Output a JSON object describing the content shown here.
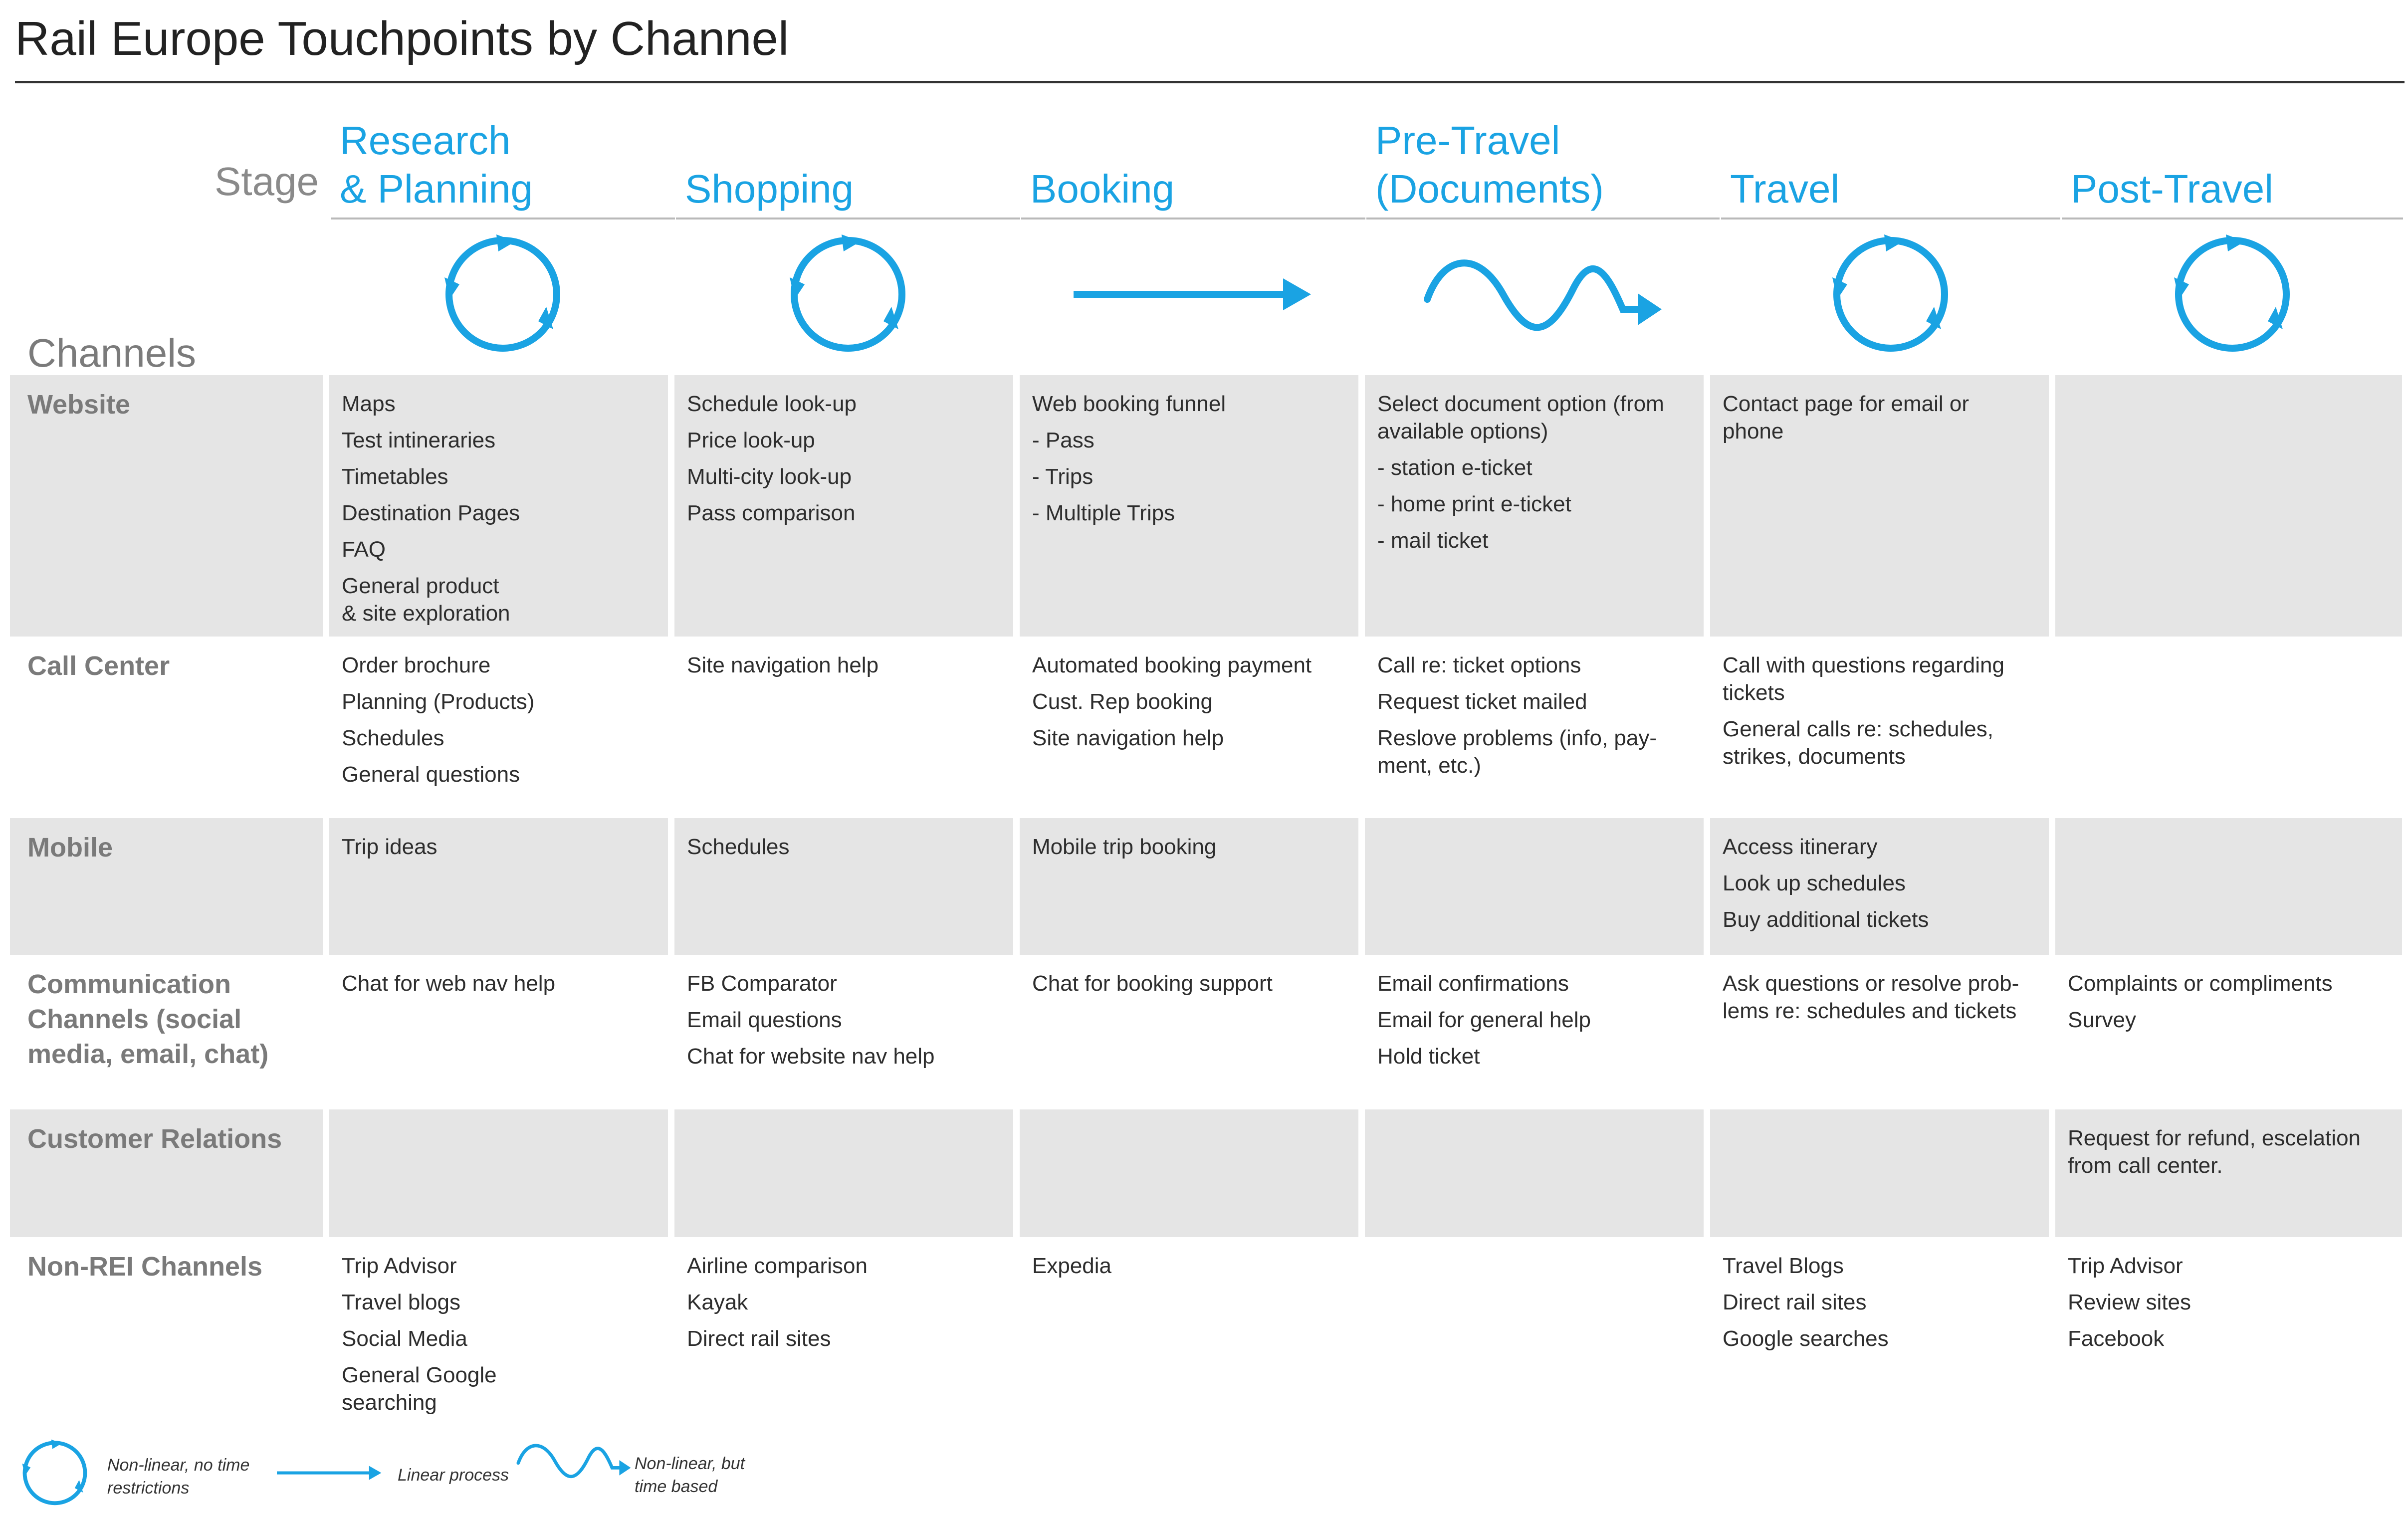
{
  "title": "Rail Europe Touchpoints by Channel",
  "stage_label": "Stage",
  "channels_label": "Channels",
  "accent_color": "#1aa3e3",
  "stages": [
    {
      "label": "Research\n& Planning",
      "icon": "cycle-icon"
    },
    {
      "label": "Shopping",
      "icon": "cycle-icon"
    },
    {
      "label": "Booking",
      "icon": "linear-arrow-icon"
    },
    {
      "label": "Pre-Travel\n(Documents)",
      "icon": "wave-arrow-icon"
    },
    {
      "label": "Travel",
      "icon": "cycle-icon"
    },
    {
      "label": "Post-Travel",
      "icon": "cycle-icon"
    }
  ],
  "rows": [
    {
      "channel": "Website",
      "cells": [
        [
          "Maps",
          "Test intineraries",
          "Timetables",
          "Destination Pages",
          "FAQ",
          "General product\n& site exploration"
        ],
        [
          "Schedule look-up",
          "Price look-up",
          "Multi-city look-up",
          "Pass comparison"
        ],
        [
          "Web booking funnel",
          "- Pass",
          "- Trips",
          "- Multiple Trips"
        ],
        [
          "Select document option (from available options)",
          "- station e-ticket",
          "- home print e-ticket",
          "- mail ticket"
        ],
        [
          "Contact page for email or phone"
        ],
        []
      ]
    },
    {
      "channel": "Call Center",
      "cells": [
        [
          "Order brochure",
          "Planning (Products)",
          "Schedules",
          "General questions"
        ],
        [
          "Site navigation help"
        ],
        [
          "Automated booking payment",
          "Cust. Rep booking",
          "Site navigation help"
        ],
        [
          "Call re: ticket options",
          "Request ticket mailed",
          "Reslove problems (info, pay-\nment, etc.)"
        ],
        [
          "Call with questions regarding tickets",
          "General calls re: schedules,\nstrikes, documents"
        ],
        []
      ]
    },
    {
      "channel": "Mobile",
      "cells": [
        [
          "Trip ideas"
        ],
        [
          "Schedules"
        ],
        [
          "Mobile trip booking"
        ],
        [],
        [
          "Access itinerary",
          "Look up schedules",
          "Buy additional tickets"
        ],
        []
      ]
    },
    {
      "channel": "Communication Channels (social media, email, chat)",
      "cells": [
        [
          "Chat for web nav help"
        ],
        [
          "FB Comparator",
          "Email questions",
          "Chat for website nav help"
        ],
        [
          "Chat for booking support"
        ],
        [
          "Email confirmations",
          "Email for general help",
          "Hold ticket"
        ],
        [
          "Ask questions or resolve prob-\nlems re: schedules and tickets"
        ],
        [
          "Complaints or compliments",
          "Survey"
        ]
      ]
    },
    {
      "channel": "Customer Relations",
      "cells": [
        [],
        [],
        [],
        [],
        [],
        [
          "Request for refund, escelation from call center."
        ]
      ]
    },
    {
      "channel": "Non-REI Channels",
      "cells": [
        [
          "Trip Advisor",
          "Travel blogs",
          "Social Media",
          "General Google\nsearching"
        ],
        [
          "Airline comparison",
          "Kayak",
          "Direct rail sites"
        ],
        [
          "Expedia"
        ],
        [],
        [
          "Travel Blogs",
          "Direct rail sites",
          "Google searches"
        ],
        [
          "Trip Advisor",
          "Review sites",
          "Facebook"
        ]
      ]
    }
  ],
  "legend": [
    {
      "icon": "cycle-icon",
      "label": "Non-linear, no time\nrestrictions"
    },
    {
      "icon": "linear-arrow-icon",
      "label": "Linear process"
    },
    {
      "icon": "wave-arrow-icon",
      "label": "Non-linear, but\ntime based"
    }
  ]
}
